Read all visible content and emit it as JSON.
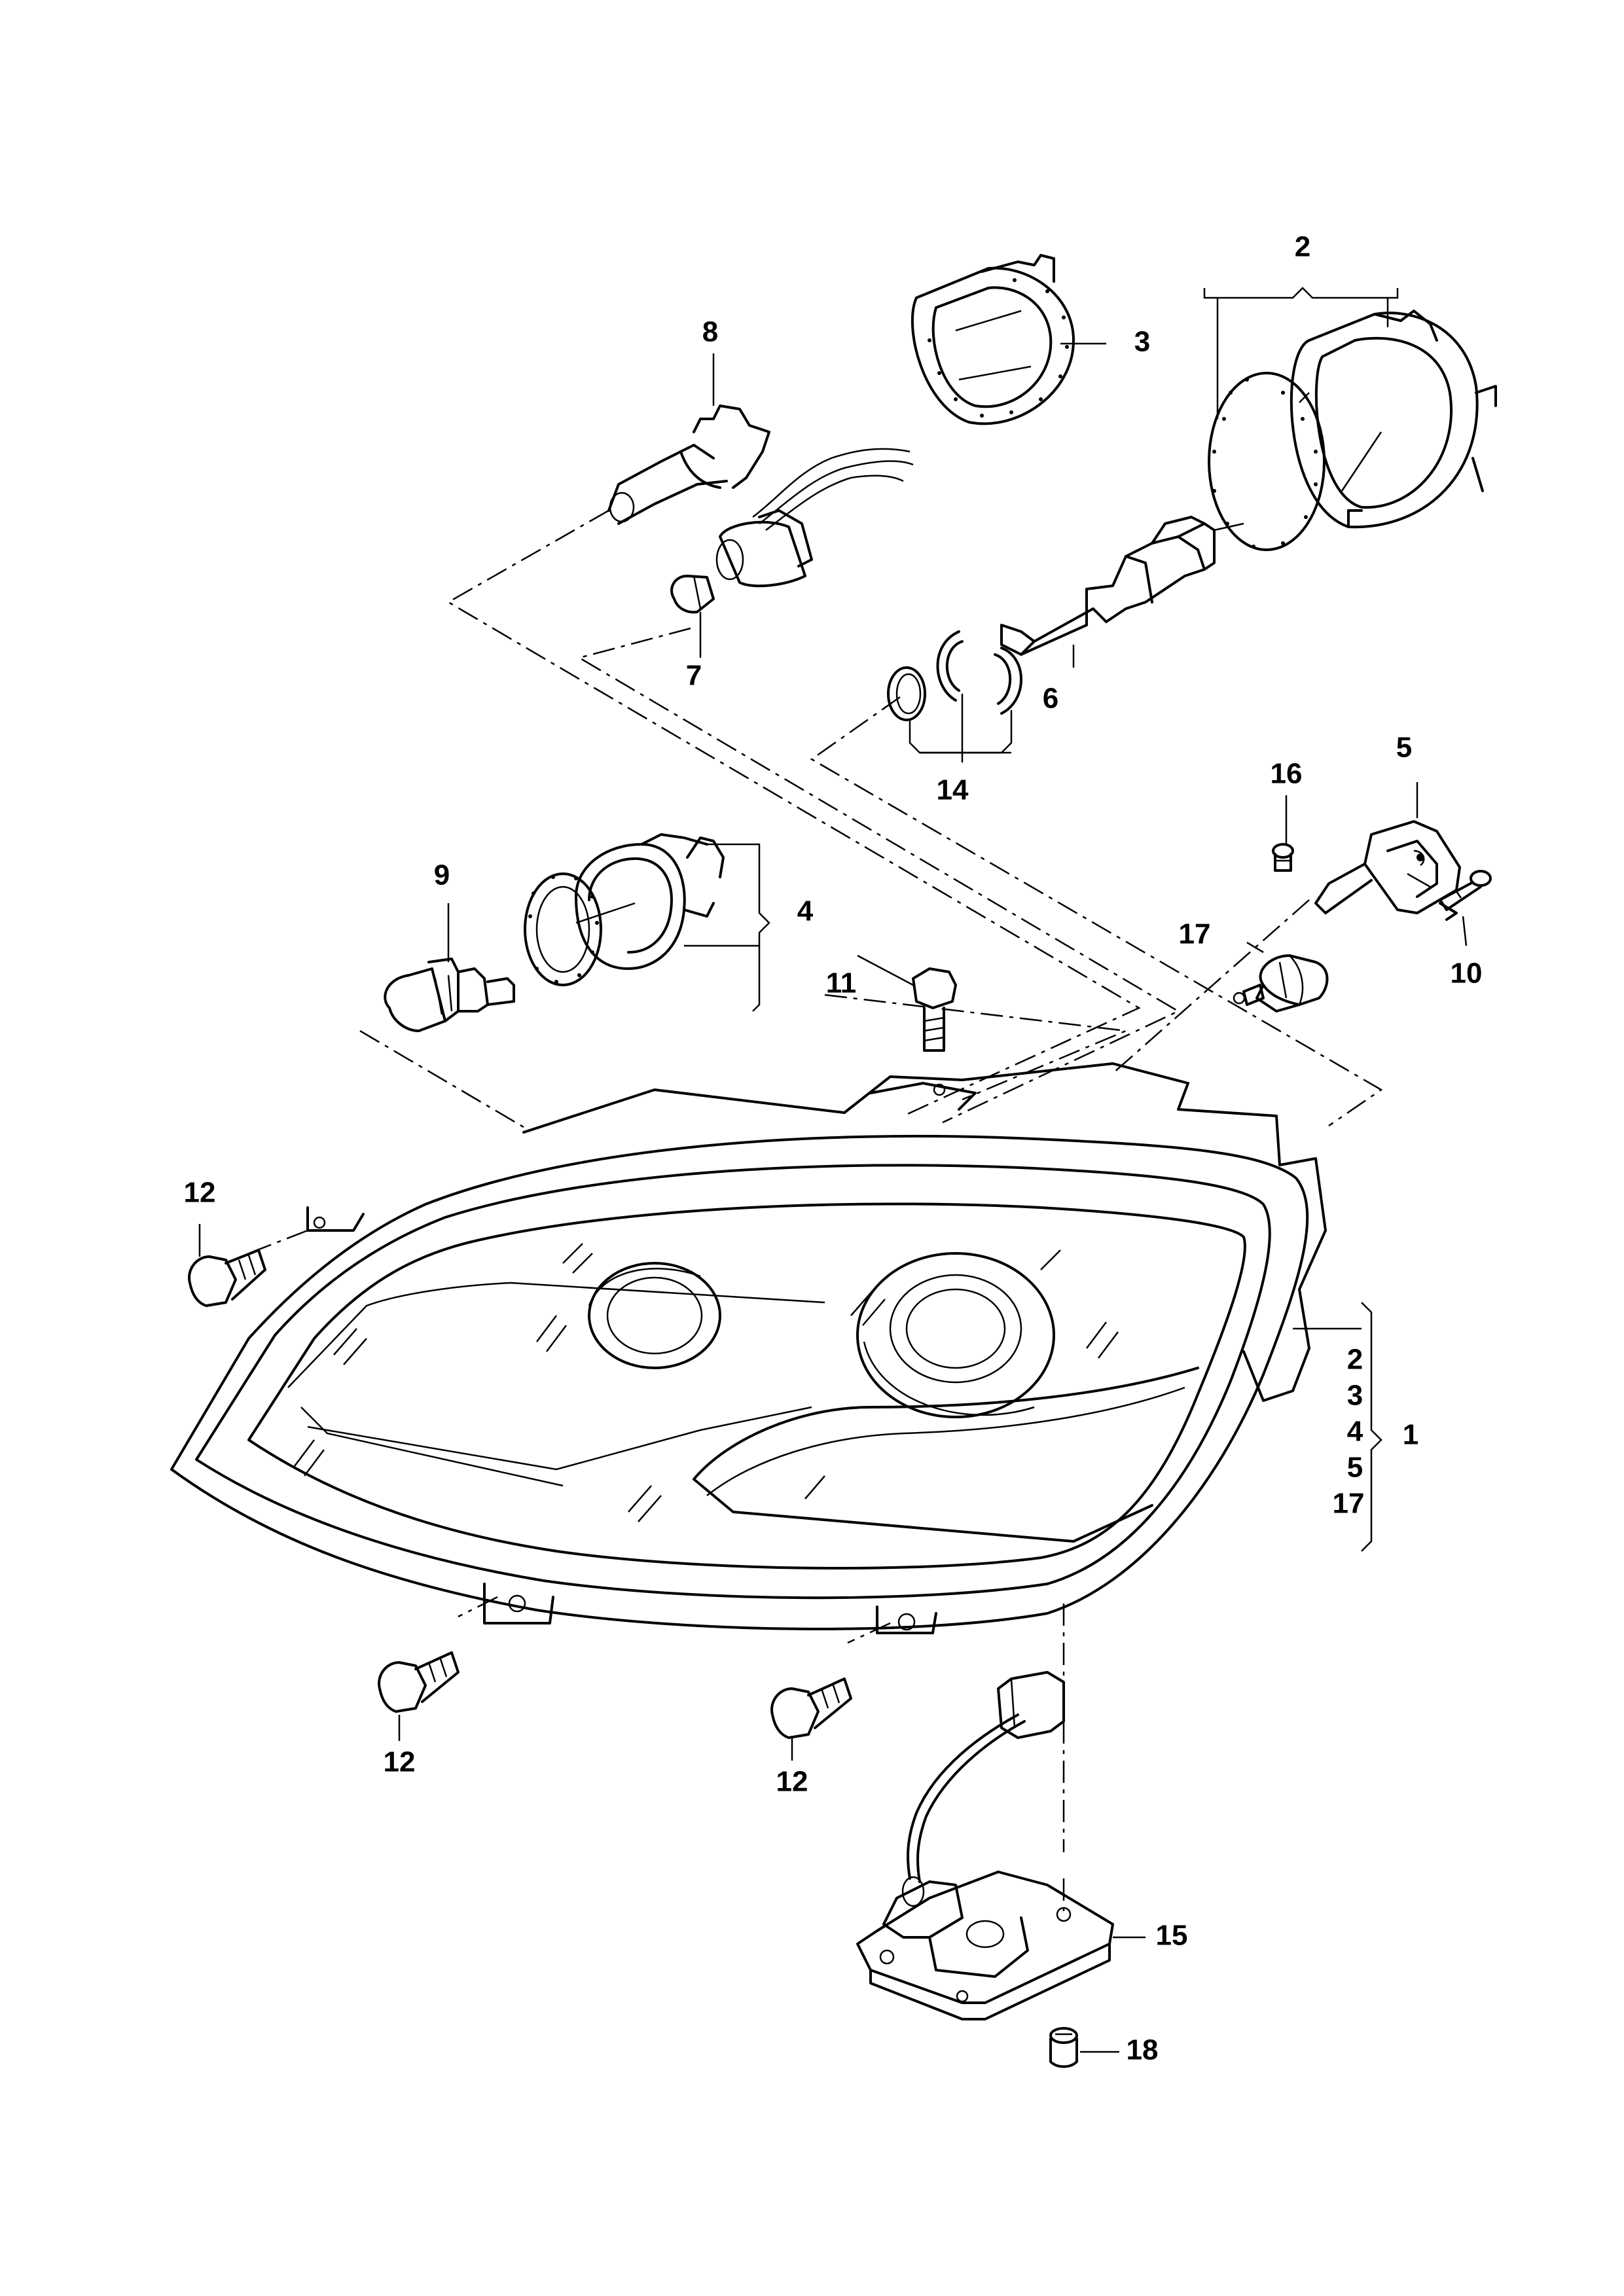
{
  "callouts": {
    "c1": "1",
    "c2": "2",
    "c3": "3",
    "c4": "4",
    "c5": "5",
    "c6": "6",
    "c7": "7",
    "c8": "8",
    "c9": "9",
    "c10": "10",
    "c11": "11",
    "c12a": "12",
    "c12b": "12",
    "c12c": "12",
    "c14": "14",
    "c15": "15",
    "c16": "16",
    "c17": "17",
    "c18": "18"
  },
  "assembly_list": [
    "2",
    "3",
    "4",
    "5",
    "17"
  ]
}
